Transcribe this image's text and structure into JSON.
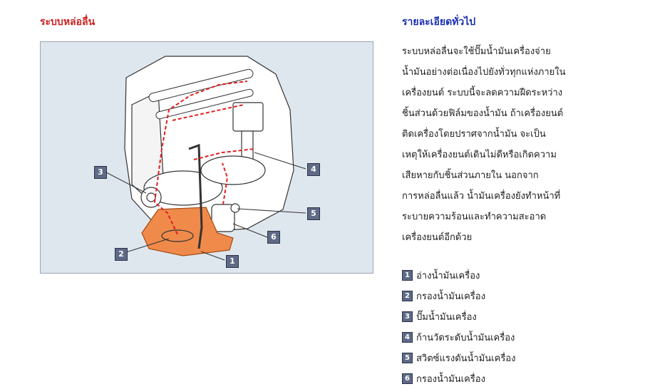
{
  "left_section": {
    "title": "ระบบหล่อลื่น",
    "callouts": [
      "3",
      "4",
      "5",
      "6",
      "2",
      "1"
    ]
  },
  "right_section": {
    "title": "รายละเอียดทั่วไป",
    "description_lines": [
      "ระบบหล่อลื่นจะใช้ปั๊มน้ำมันเครื่องจ่าย",
      "น้ำมันอย่างต่อเนื่องไปยังทั่วทุกแห่งภายใน",
      "เครื่องยนต์ ระบบนี้จะลดความฝืดระหว่าง",
      "ชิ้นส่วนด้วยฟิล์มของน้ำมัน ถ้าเครื่องยนต์",
      "ติดเครื่องโดยปราศจากน้ำมัน จะเป็น",
      "เหตุให้เครื่องยนต์เดินไม่ดีหรือเกิดความ",
      "เสียหายกับชิ้นส่วนภายใน นอกจาก",
      "การหล่อลื่นแล้ว น้ำมันเครื่องยังทำหน้าที่",
      "ระบายความร้อนและทำความสะอาด",
      "เครื่องยนต์อีกด้วย"
    ],
    "legend": [
      {
        "num": "1",
        "label": "อ่างน้ำมันเครื่อง"
      },
      {
        "num": "2",
        "label": "กรองน้ำมันเครื่อง"
      },
      {
        "num": "3",
        "label": "ปั๊มน้ำมันเครื่อง"
      },
      {
        "num": "4",
        "label": "ก้านวัดระดับน้ำมันเครื่อง"
      },
      {
        "num": "5",
        "label": "สวิตซ์แรงดันน้ำมันเครื่อง"
      },
      {
        "num": "6",
        "label": "กรองน้ำมันเครื่อง"
      }
    ]
  },
  "colors": {
    "left_title": "#cc2222",
    "right_title": "#1a2fb0",
    "oil_pan": "#f08a4b",
    "oil_path": "#e02020",
    "callout_bg": "#5e6a86"
  }
}
